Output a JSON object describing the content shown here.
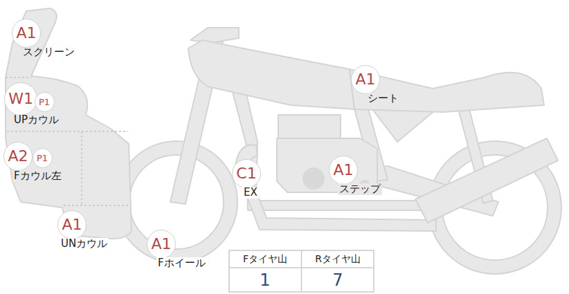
{
  "diagram": {
    "nodes": [
      {
        "text": [
          "A1",
          "スクリーン"
        ]
      },
      {
        "text": [
          "A1",
          "シート"
        ]
      },
      {
        "text": [
          "W1",
          "UPカウル"
        ]
      },
      {
        "text": [
          "P1"
        ]
      },
      {
        "text": [
          "A2",
          "Fカウル左"
        ]
      },
      {
        "text": [
          "P1"
        ]
      },
      {
        "text": [
          "C1",
          "EX"
        ]
      },
      {
        "text": [
          "A1",
          "ステップ"
        ]
      },
      {
        "text": [
          "A1",
          "UNカウル"
        ]
      },
      {
        "text": [
          "A1",
          "Fホイール"
        ]
      }
    ],
    "labels": [
      "Fタイヤ山",
      "Rタイヤ山",
      "1",
      "7"
    ]
  }
}
